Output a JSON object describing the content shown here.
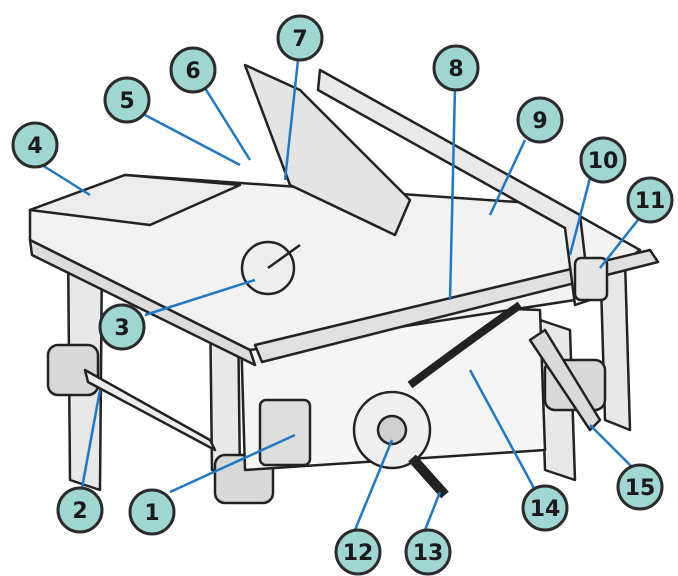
{
  "diagram": {
    "subject": "table-saw-parts",
    "colors": {
      "callout_fill": "#9fd6d1",
      "callout_stroke": "#2b2b2b",
      "leader": "#1f78c8",
      "outline": "#222222",
      "metal": "#e6e6e6",
      "table_top": "#f2f2f2"
    },
    "callouts": [
      {
        "number": "1"
      },
      {
        "number": "2"
      },
      {
        "number": "3"
      },
      {
        "number": "4"
      },
      {
        "number": "5"
      },
      {
        "number": "6"
      },
      {
        "number": "7"
      },
      {
        "number": "8"
      },
      {
        "number": "9"
      },
      {
        "number": "10"
      },
      {
        "number": "11"
      },
      {
        "number": "12"
      },
      {
        "number": "13"
      },
      {
        "number": "14"
      },
      {
        "number": "15"
      }
    ]
  }
}
